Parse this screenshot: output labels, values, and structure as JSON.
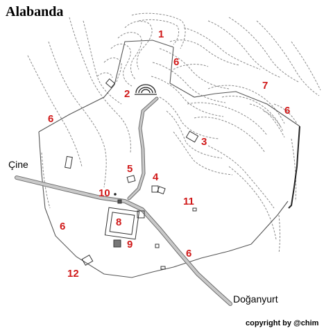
{
  "title": "Alabanda",
  "copyright": "copyright by @chim",
  "places": {
    "cine": "Çine",
    "doganyurt": "Doğanyurt"
  },
  "labels": [
    "1",
    "2",
    "3",
    "4",
    "5",
    "6",
    "6",
    "6",
    "6",
    "6",
    "7",
    "8",
    "9",
    "10",
    "11",
    "12"
  ],
  "colors": {
    "label": "#d01818",
    "road": "#b9b9b9",
    "contour": "#8a8a8a",
    "wall": "#333333"
  }
}
